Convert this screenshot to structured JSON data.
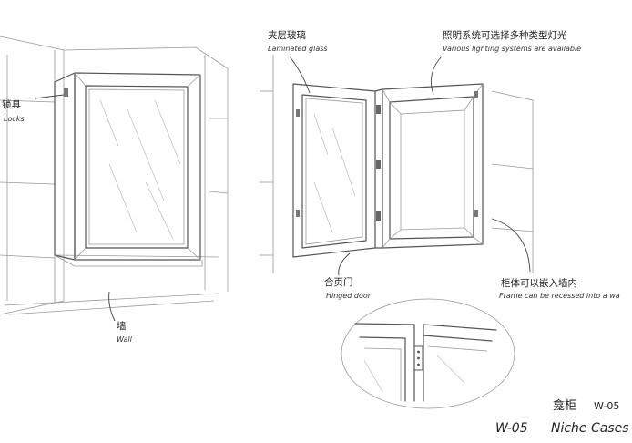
{
  "labels": {
    "locks": {
      "cn": "锁具",
      "en": "Locks"
    },
    "wall": {
      "cn": "墙",
      "en": "Wall"
    },
    "laminated_glass": {
      "cn": "夹层玻璃",
      "en": "Laminated glass"
    },
    "lighting": {
      "cn": "照明系统可选择多种类型灯光",
      "en": "Various lighting systems are available"
    },
    "hinged_door": {
      "cn": "合页门",
      "en": "Hinged door"
    },
    "recessed": {
      "cn": "柜体可以嵌入墙内",
      "en": "Frame can be recessed into a wa"
    }
  },
  "title": {
    "cn": "龛柜",
    "code": "W-05",
    "full_code": "W-05",
    "en": "Niche Cases"
  }
}
